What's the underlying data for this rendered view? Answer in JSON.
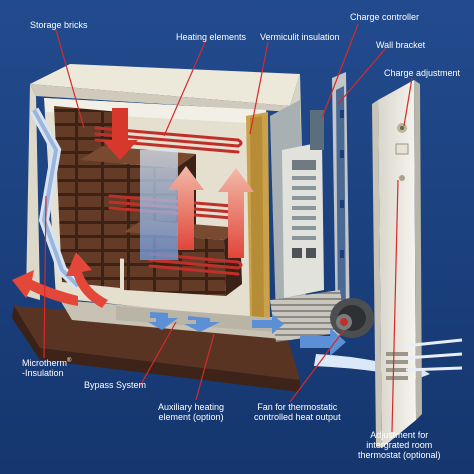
{
  "diagram": {
    "labels": {
      "storage_bricks": "Storage bricks",
      "heating_elements": "Heating elements",
      "vermiculit_insulation": "Vermiculit insulation",
      "charge_controller": "Charge controller",
      "wall_bracket": "Wall bracket",
      "charge_adjustment": "Charge adjustment",
      "microtherm_line1": "Microtherm",
      "microtherm_mark": "®",
      "microtherm_line2": "-Insulation",
      "bypass_system": "Bypass System",
      "aux_line1": "Auxiliary heating",
      "aux_line2": "element (option)",
      "fan_line1": "Fan for thermostatic",
      "fan_line2": "controlled heat output",
      "adj_line1": "Adjustment for",
      "adj_line2": "intergrated room",
      "adj_line3": "thermostat (optional)"
    },
    "colors": {
      "background": "#1a3d7c",
      "casing": "#ece8da",
      "brick": "#5a3422",
      "brick_dark": "#3b2216",
      "heating_element": "#c0302b",
      "vermiculite": "#caa24c",
      "hot_arrow": "#d8382c",
      "cool_arrow": "#5b8fd6",
      "leader_line": "#d42a2a",
      "label_text": "#ffffff"
    }
  }
}
